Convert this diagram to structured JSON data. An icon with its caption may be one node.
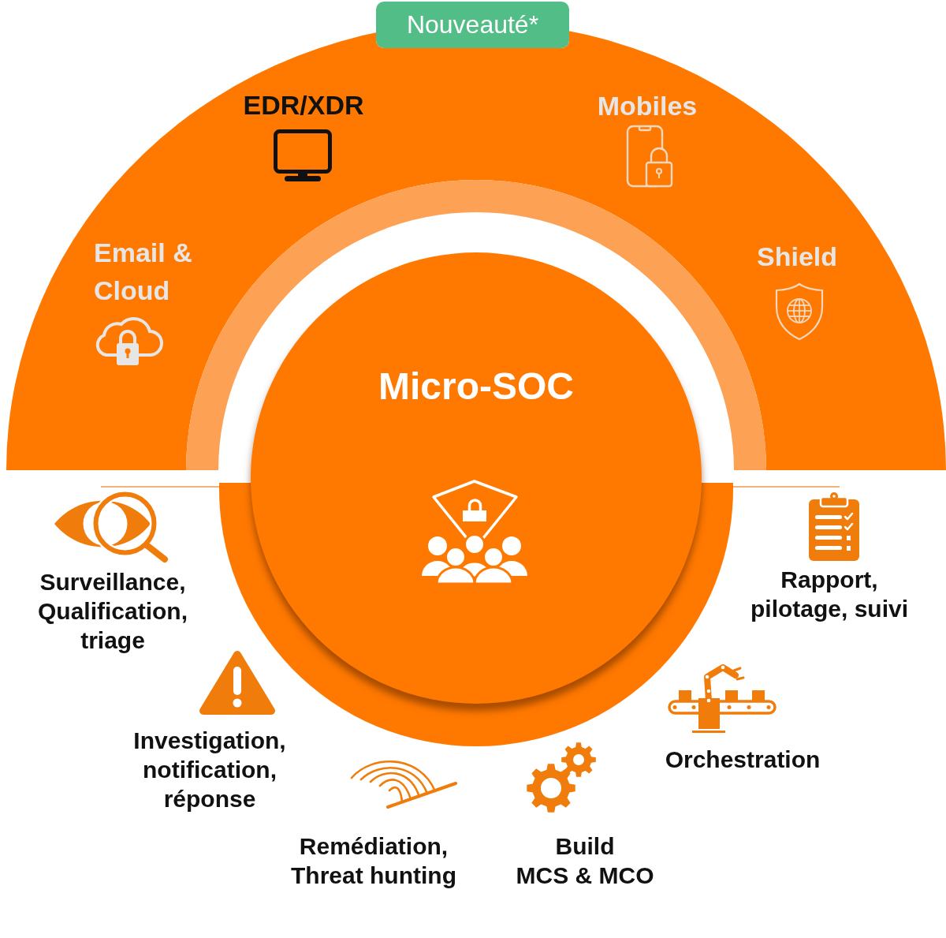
{
  "diagram": {
    "nodes": [
      {
        "text": [
          "Nouveauté*"
        ]
      },
      {
        "text": [
          "Email & Cloud",
          "EDR/XDR",
          "Mobiles",
          "Shield"
        ]
      },
      {
        "text": [
          "Micro-SOC"
        ]
      }
    ],
    "labels": [
      "Surveillance, Qualification, triage",
      "Rapport, pilotage, suivi",
      "Investigation, notification, réponse",
      "Orchestration",
      "Remédiation, Threat hunting",
      "Build MCS & MCO"
    ]
  }
}
